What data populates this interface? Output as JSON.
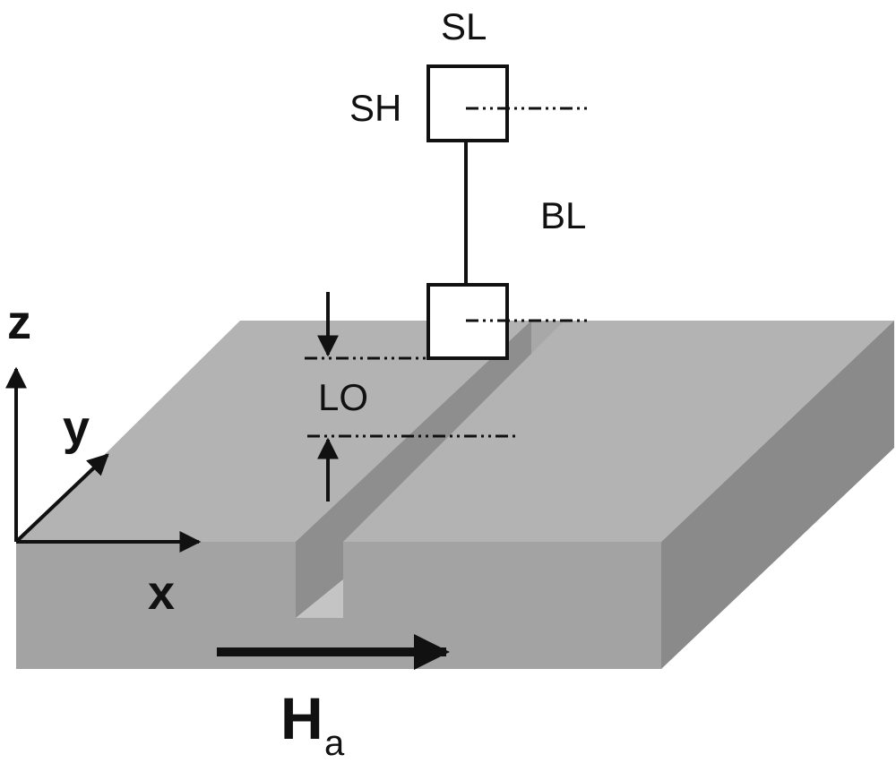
{
  "labels": {
    "sl": "SL",
    "sh": "SH",
    "bl": "BL",
    "lo": "LO",
    "axis_z": "z",
    "axis_y": "y",
    "axis_x": "x",
    "field_main": "H",
    "field_sub": "a"
  },
  "colors": {
    "top_face": "#b3b3b3",
    "front_face": "#a3a3a3",
    "side_face": "#8a8a8a",
    "groove_wall": "#8e8e8e",
    "groove_floor": "#c4c4c4",
    "line": "#111111",
    "box_fill": "#ffffff"
  }
}
